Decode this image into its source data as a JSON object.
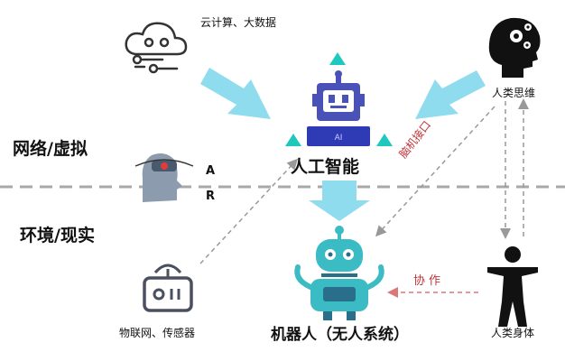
{
  "regions": {
    "virtual": "网络/虚拟",
    "real": "环境/现实"
  },
  "nodes": {
    "cloud_data": "云计算、大数据",
    "human_thinking": "人类思维",
    "ai": "人工智能",
    "ai_chip": "AI",
    "ar_letter_a": "A",
    "ar_letter_r": "R",
    "iot": "物联网、传感器",
    "robot": "机器人（无人系统）",
    "human_body": "人类身体"
  },
  "edges": {
    "bci": "脑机接口",
    "collaboration": "协作"
  },
  "colors": {
    "arrow_light_blue": "#8fdcee",
    "ai_robot_blue": "#4a52b8",
    "teal_robot": "#3bbcc4",
    "triangle_teal": "#1ec8bd",
    "edge_label_red": "#c0353a"
  },
  "icons": [
    "cloud-data-icon",
    "human-thinking-icon",
    "ai-robot-icon",
    "ar-headset-person-icon",
    "iot-device-icon",
    "physical-robot-icon",
    "human-body-icon"
  ]
}
